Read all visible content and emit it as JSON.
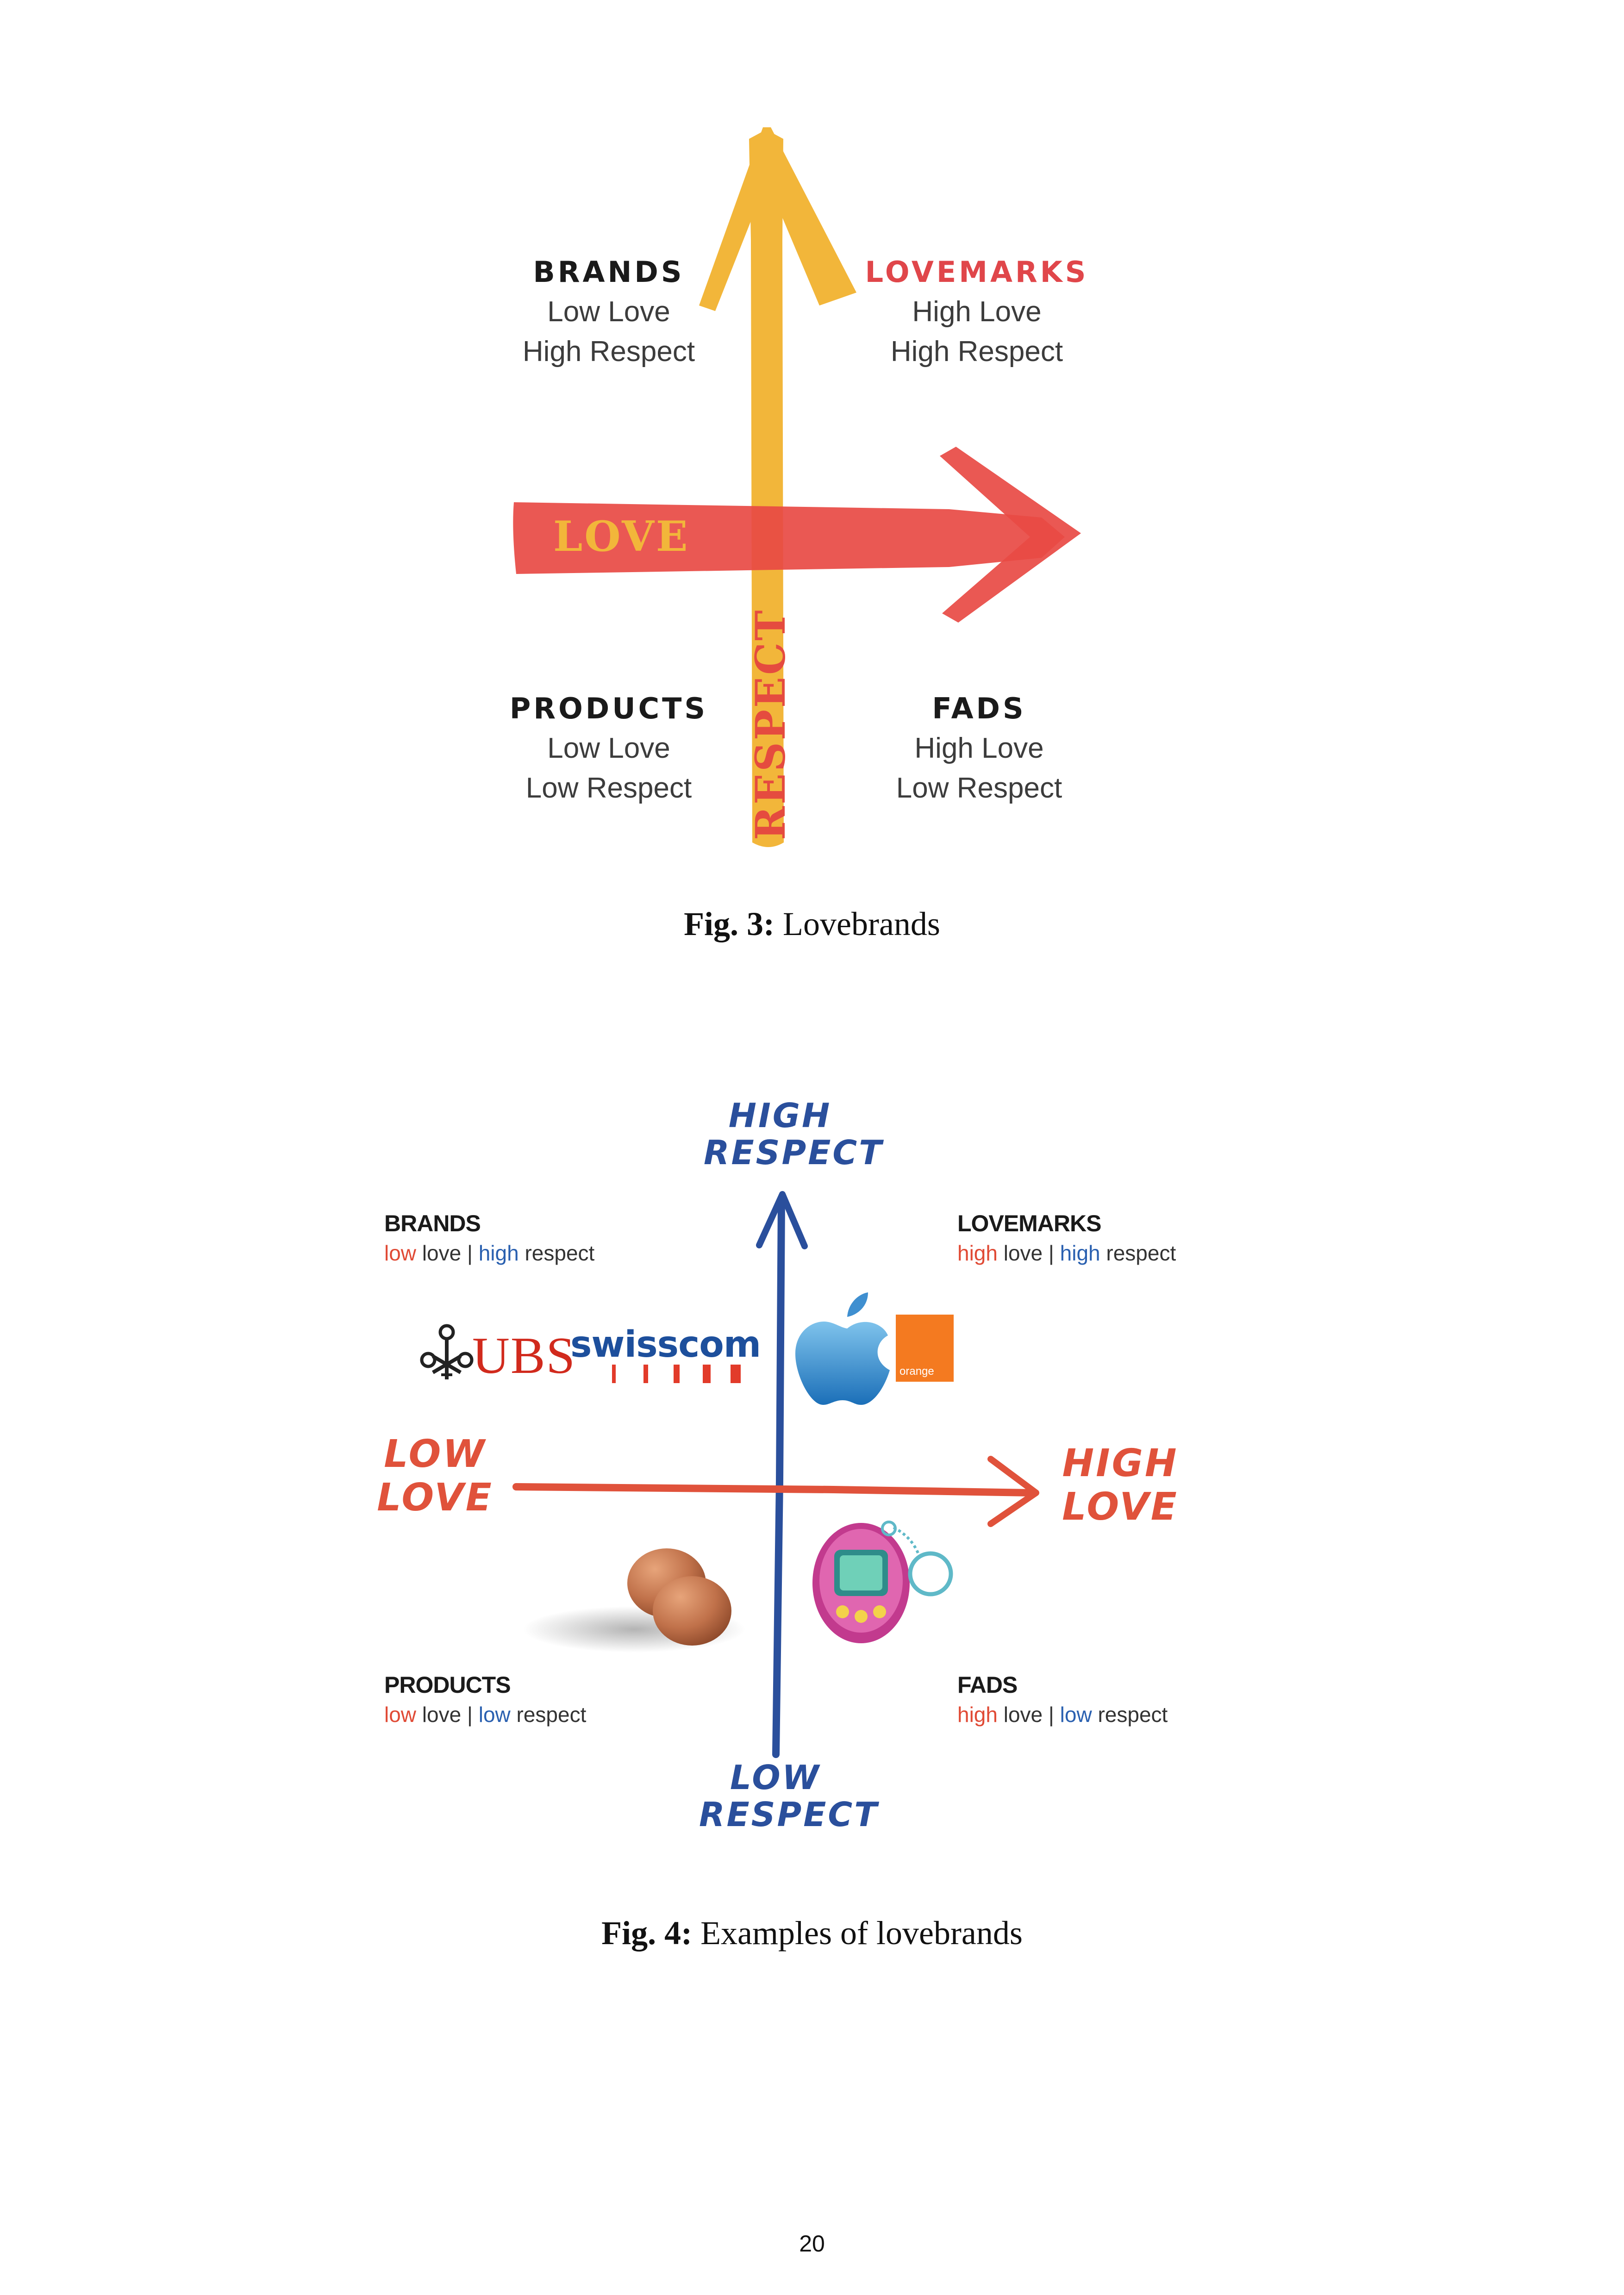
{
  "fig3": {
    "quadrants": {
      "brands": {
        "title": "BRANDS",
        "line1": "Low Love",
        "line2": "High Respect"
      },
      "lovemarks": {
        "title": "LOVEMARKS",
        "line1": "High Love",
        "line2": "High Respect"
      },
      "products": {
        "title": "PRODUCTS",
        "line1": "Low Love",
        "line2": "Low Respect"
      },
      "fads": {
        "title": "FADS",
        "line1": "High Love",
        "line2": "Low Respect"
      }
    },
    "axis_love": "LOVE",
    "axis_respect": "RESPECT",
    "colors": {
      "yellow": "#f2b63a",
      "red": "#e84a44",
      "lovemarks_title": "#e0464a"
    },
    "caption_label": "Fig. 3:",
    "caption_text": "Lovebrands"
  },
  "fig4": {
    "quadrants": {
      "brands": {
        "title": "BRANDS",
        "love": "low",
        "love_word": "love",
        "sep": "|",
        "respect": "high",
        "respect_word": "respect"
      },
      "lovemarks": {
        "title": "LOVEMARKS",
        "love": "high",
        "love_word": "love",
        "sep": "|",
        "respect": "high",
        "respect_word": "respect"
      },
      "products": {
        "title": "PRODUCTS",
        "love": "low",
        "love_word": "love",
        "sep": "|",
        "respect": "low",
        "respect_word": "respect"
      },
      "fads": {
        "title": "FADS",
        "love": "high",
        "love_word": "love",
        "sep": "|",
        "respect": "low",
        "respect_word": "respect"
      }
    },
    "axis": {
      "high_respect_1": "HIGH",
      "high_respect_2": "RESPECT",
      "low_respect_1": "LOW",
      "low_respect_2": "RESPECT",
      "low_love_1": "LOW",
      "low_love_2": "LOVE",
      "high_love_1": "HIGH",
      "high_love_2": "LOVE"
    },
    "logos": {
      "ubs": "UBS",
      "swisscom": "swisscom",
      "orange": "orange"
    },
    "icons": [
      "ubs-keys-icon",
      "apple-logo-icon",
      "eggs-image",
      "tamagotchi-image"
    ],
    "colors": {
      "blue_axis": "#2a4f9c",
      "red_axis": "#e0523b",
      "orange": "#f47a20"
    },
    "caption_label": "Fig. 4:",
    "caption_text": "Examples of lovebrands"
  },
  "page_number": "20"
}
